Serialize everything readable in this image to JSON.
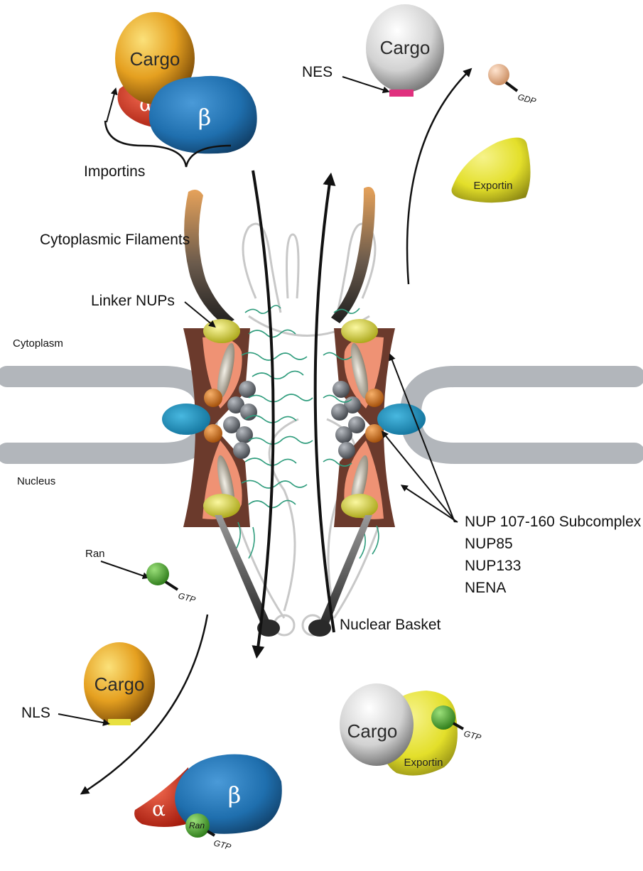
{
  "labels": {
    "importins": "Importins",
    "cytoplasmic_filaments": "Cytoplasmic Filaments",
    "linker_nups": "Linker NUPs",
    "cytoplasm": "Cytoplasm",
    "nucleus": "Nucleus",
    "nup_list": [
      "NUP 107-160 Subcomplex",
      "NUP85",
      "NUP133",
      "NENA"
    ],
    "nuclear_basket": "Nuclear Basket",
    "nes": "NES",
    "nls": "NLS",
    "ran": "Ran"
  },
  "molecules": {
    "cargo": "Cargo",
    "alpha": "α",
    "beta": "β",
    "exportin": "Exportin",
    "gdp": "GDP",
    "gtp": "GTP",
    "ran_small": "Ran"
  },
  "colors": {
    "cargo_gold": "#e5a020",
    "cargo_silver": "#cfcfcf",
    "alpha_red": "#d8301c",
    "beta_blue": "#1f6fae",
    "exportin_yellow": "#e3df2a",
    "ran_green": "#4aa32c",
    "membrane_gray": "#b2b6bb",
    "pore_brown": "#6b3a2c",
    "pore_salmon": "#ef9274",
    "linker_yellow": "#e4e03a",
    "nes_pink": "#e0307e",
    "nls_yellow": "#e8e040",
    "fg_green": "#2e9c7c"
  }
}
